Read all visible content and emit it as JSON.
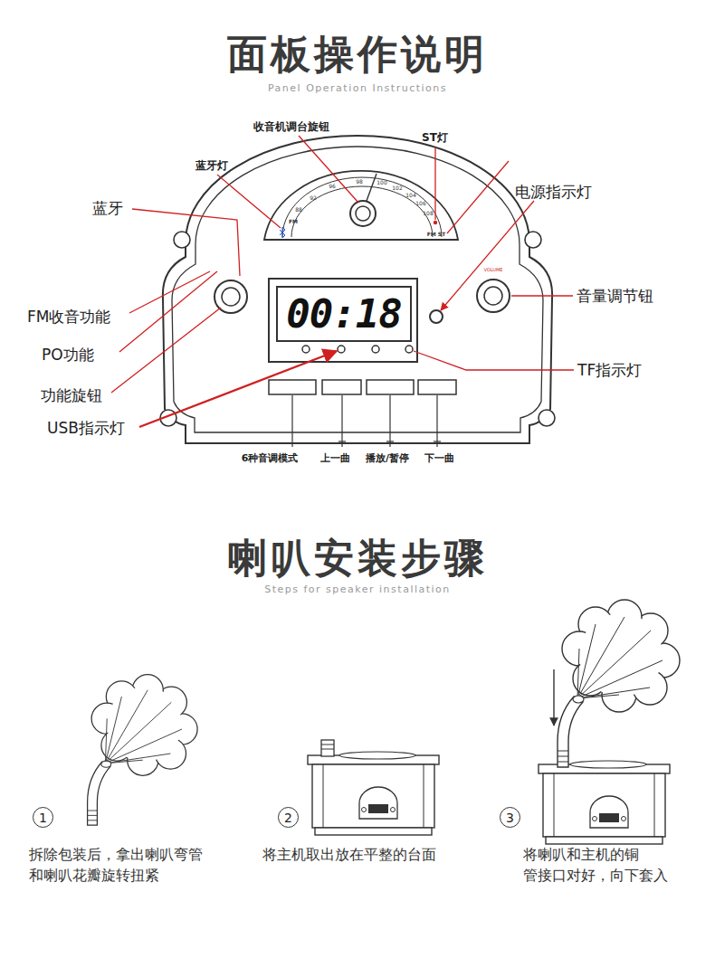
{
  "diagram": {
    "title": "面板操作说明",
    "nodes": [
      {
        "text": [
          "00:18"
        ]
      },
      {
        "text": [
          "1"
        ]
      },
      {
        "text": [
          "2"
        ]
      },
      {
        "text": [
          "3"
        ]
      }
    ],
    "labels": [
      "Panel Operation Instructions",
      "收音机调台旋钮",
      "ST灯",
      "蓝牙灯",
      "蓝牙",
      "电源指示灯",
      "FM收音功能",
      "音量调节钮",
      "PO功能",
      "功能旋钮",
      "TF指示灯",
      "USB指示灯",
      "6种音调模式",
      "上一曲",
      "播放/暂停",
      "下一曲",
      "FM",
      "88",
      "92",
      "96",
      "98",
      "100",
      "102",
      "104",
      "106",
      "108",
      "FM ST",
      "VOLUME",
      "喇叭安装步骤",
      "Steps for speaker installation",
      "拆除包装后，拿出喇叭弯管 和喇叭花瓣旋转扭紧",
      "将主机取出放在平整的台面",
      "将喇叭和主机的铜 管接口对好，向下套入"
    ]
  }
}
